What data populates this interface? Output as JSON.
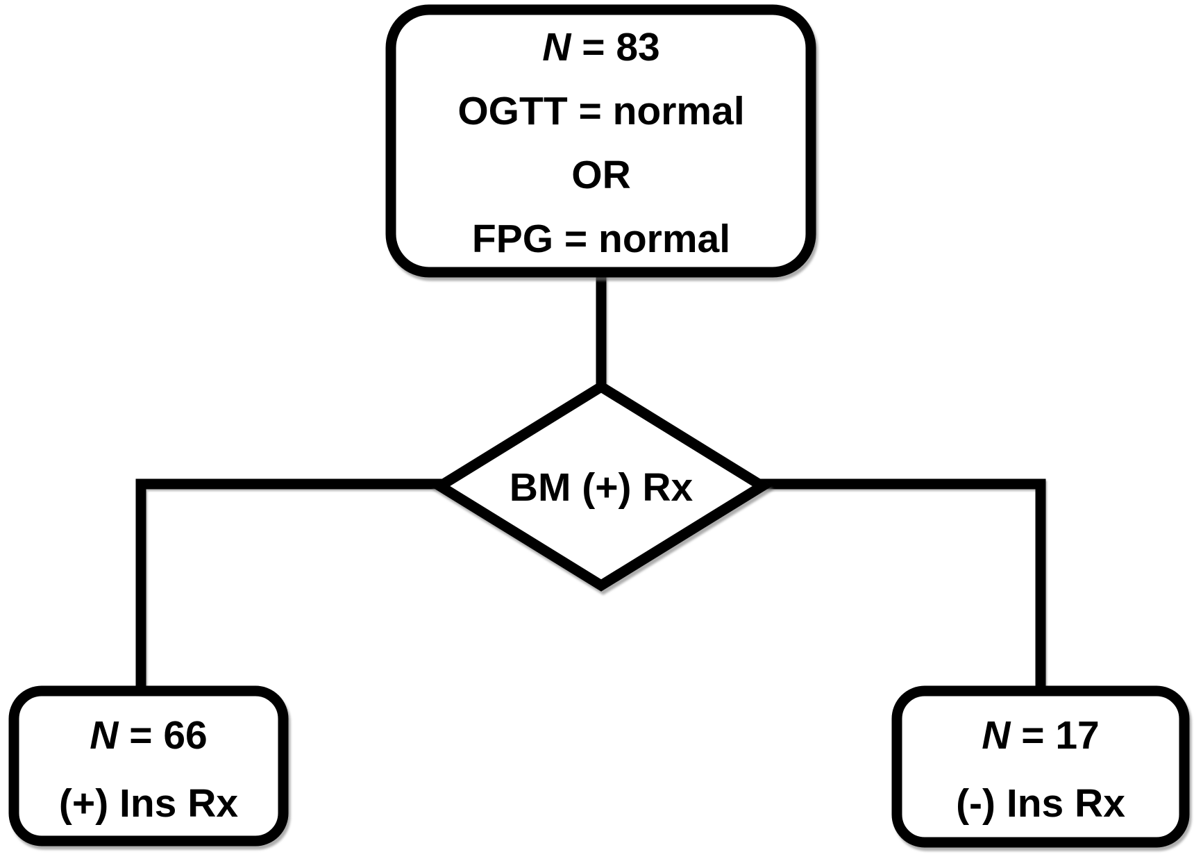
{
  "diagram": {
    "type": "flowchart",
    "colors": {
      "stroke": "#000000",
      "node_fill": "#ffffff",
      "background": "#ffffff",
      "shadow": "#787878"
    },
    "root_node": {
      "n_label": "N",
      "n_value": " = 83",
      "line2": "OGTT = normal",
      "line3": "OR",
      "line4": "FPG = normal"
    },
    "decision_node": {
      "label": "BM (+) Rx"
    },
    "left_node": {
      "n_label": "N",
      "n_value": " = 66",
      "line2": "(+) Ins Rx"
    },
    "right_node": {
      "n_label": "N",
      "n_value": " = 17",
      "line2": "(-) Ins Rx"
    }
  }
}
